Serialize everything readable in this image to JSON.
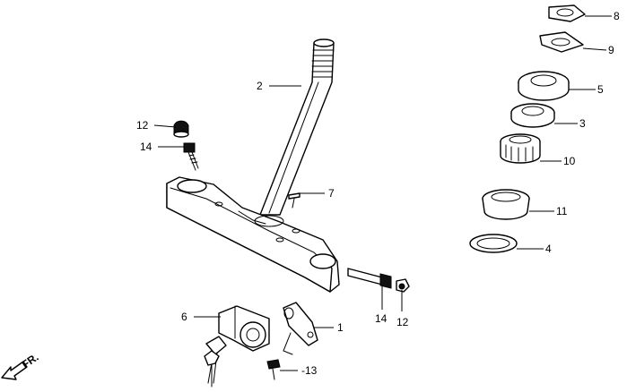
{
  "callouts": [
    {
      "id": "1",
      "text": "1"
    },
    {
      "id": "2",
      "text": "2"
    },
    {
      "id": "3",
      "text": "3"
    },
    {
      "id": "4",
      "text": "4"
    },
    {
      "id": "5",
      "text": "5"
    },
    {
      "id": "6",
      "text": "6"
    },
    {
      "id": "7",
      "text": "7"
    },
    {
      "id": "8",
      "text": "8"
    },
    {
      "id": "9",
      "text": "9"
    },
    {
      "id": "10",
      "text": "10"
    },
    {
      "id": "11",
      "text": "11"
    },
    {
      "id": "12a",
      "text": "12"
    },
    {
      "id": "12b",
      "text": "12"
    },
    {
      "id": "13",
      "text": "-13"
    },
    {
      "id": "14a",
      "text": "14"
    },
    {
      "id": "14b",
      "text": "14"
    }
  ],
  "direction_marker": {
    "text": "FR.",
    "icon": "front-arrow-icon"
  }
}
